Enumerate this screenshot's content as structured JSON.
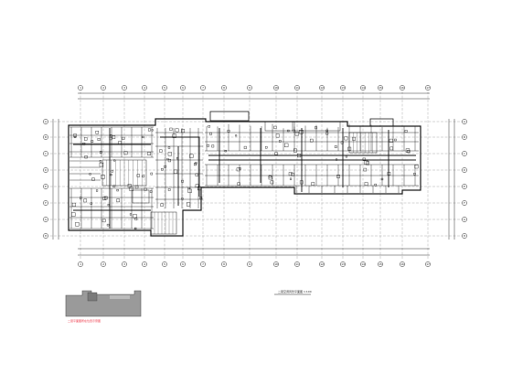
{
  "drawing": {
    "plan_title": "二层空调风管平面图 1:100",
    "key_plan_caption": "二层平面图所在位置示意图",
    "column_grid_labels": [
      "1",
      "2",
      "3",
      "4",
      "5",
      "6",
      "7",
      "8",
      "9",
      "10",
      "11",
      "12",
      "13",
      "14",
      "15",
      "16",
      "17"
    ],
    "row_grid_labels": [
      "A",
      "B",
      "C",
      "D",
      "E",
      "F",
      "G",
      "H"
    ],
    "colors": {
      "ink": "#1a1a1a",
      "grid": "#444444",
      "duct": "#222222",
      "key_plan_fill": "#9a9a9a",
      "caption_red": "#e33a3a"
    }
  }
}
